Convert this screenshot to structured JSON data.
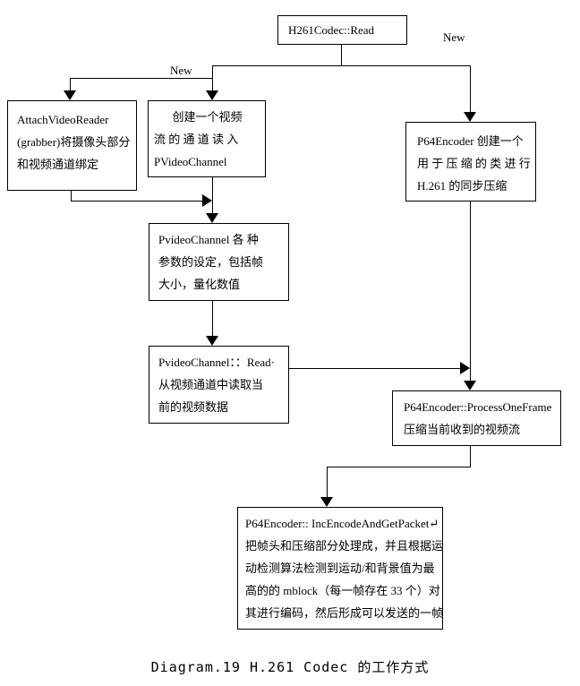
{
  "diagram": {
    "caption": "Diagram.19 H.261 Codec 的工作方式",
    "labels": {
      "new_left": "New",
      "new_right": "New"
    },
    "colors": {
      "line": "#000000",
      "background": "#ffffff"
    },
    "nodes": {
      "h261_read": {
        "lines": [
          "H261Codec::Read"
        ]
      },
      "attach_video_reader": {
        "lines": [
          "AttachVideoReader",
          "(grabber)将摄像头部分",
          "和视频通道绑定"
        ]
      },
      "create_channel": {
        "lines": [
          "创建一个视频",
          "流 的 通 道 读 入",
          "PVideoChannel"
        ]
      },
      "p64_create": {
        "lines": [
          "P64Encoder 创建一个",
          "用 于 压 缩 的 类 进 行",
          "H.261 的同步压缩"
        ]
      },
      "channel_params": {
        "lines": [
          "PvideoChannel 各 种",
          "参数的设定，包括帧",
          "大小，量化数值"
        ]
      },
      "channel_read": {
        "lines": [
          "PvideoChannel：：Read·",
          "从视频通道中读取当",
          "前的视频数据"
        ]
      },
      "process_one_frame": {
        "lines": [
          "P64Encoder::ProcessOneFrame",
          "压缩当前收到的视频流"
        ]
      },
      "inc_encode_get_packet": {
        "lines": [
          "P64Encoder:: IncEncodeAndGetPacket↵",
          "把帧头和压缩部分处理成，并且根据运",
          "动检测算法检测到运动/和背景值为最",
          "高的的 mblock（每一帧存在 33 个）对",
          "其进行编码，然后形成可以发送的一帧"
        ]
      }
    }
  }
}
